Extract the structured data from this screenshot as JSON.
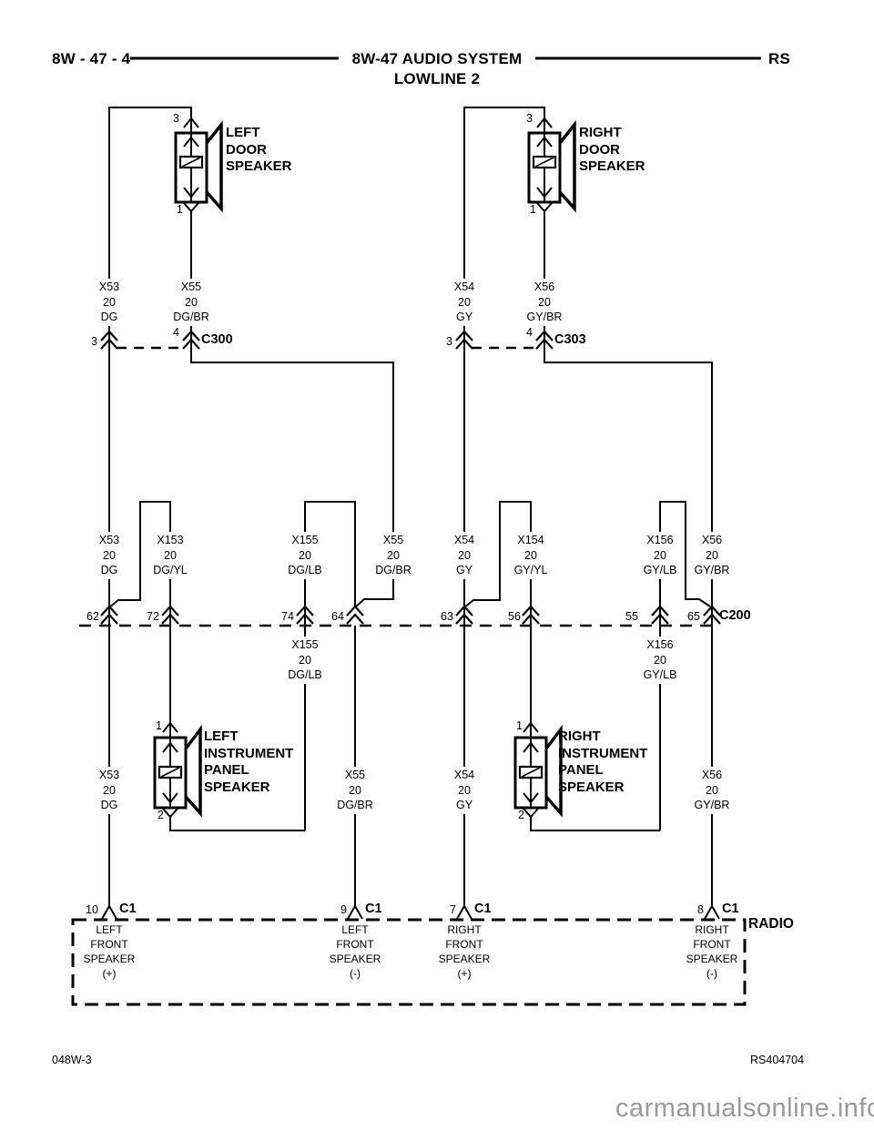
{
  "header": {
    "page_ref": "8W - 47 - 4",
    "title": "8W-47 AUDIO SYSTEM",
    "subtitle": "LOWLINE 2",
    "region": "RS"
  },
  "speakers": {
    "left_door": {
      "name": "LEFT\nDOOR\nSPEAKER",
      "pin_top": "3",
      "pin_bottom": "1"
    },
    "right_door": {
      "name": "RIGHT\nDOOR\nSPEAKER",
      "pin_top": "3",
      "pin_bottom": "1"
    },
    "left_ip": {
      "name": "LEFT\nINSTRUMENT\nPANEL\nSPEAKER",
      "pin_top": "1",
      "pin_bottom": "2"
    },
    "right_ip": {
      "name": "RIGHT\nINSTRUMENT\nPANEL\nSPEAKER",
      "pin_top": "1",
      "pin_bottom": "2"
    }
  },
  "connectors": {
    "c300": {
      "name": "C300",
      "pin_left": "3",
      "pin_right": "4"
    },
    "c303": {
      "name": "C303",
      "pin_left": "3",
      "pin_right": "4"
    },
    "c200": {
      "name": "C200",
      "pins": [
        "62",
        "72",
        "74",
        "64",
        "63",
        "56",
        "55",
        "65"
      ]
    },
    "c1": {
      "name": "C1",
      "pins": [
        "10",
        "9",
        "7",
        "8"
      ]
    }
  },
  "radio": {
    "name": "RADIO",
    "channels": [
      "LEFT\nFRONT\nSPEAKER\n(+)",
      "LEFT\nFRONT\nSPEAKER\n(-)",
      "RIGHT\nFRONT\nSPEAKER\n(+)",
      "RIGHT\nFRONT\nSPEAKER\n(-)"
    ]
  },
  "wire_labels": [
    {
      "code": "X53",
      "gauge": "20",
      "color": "DG"
    },
    {
      "code": "X55",
      "gauge": "20",
      "color": "DG/BR"
    },
    {
      "code": "X54",
      "gauge": "20",
      "color": "GY"
    },
    {
      "code": "X56",
      "gauge": "20",
      "color": "GY/BR"
    },
    {
      "code": "X53",
      "gauge": "20",
      "color": "DG"
    },
    {
      "code": "X153",
      "gauge": "20",
      "color": "DG/YL"
    },
    {
      "code": "X155",
      "gauge": "20",
      "color": "DG/LB"
    },
    {
      "code": "X55",
      "gauge": "20",
      "color": "DG/BR"
    },
    {
      "code": "X54",
      "gauge": "20",
      "color": "GY"
    },
    {
      "code": "X154",
      "gauge": "20",
      "color": "GY/YL"
    },
    {
      "code": "X156",
      "gauge": "20",
      "color": "GY/LB"
    },
    {
      "code": "X56",
      "gauge": "20",
      "color": "GY/BR"
    },
    {
      "code": "X155",
      "gauge": "20",
      "color": "DG/LB"
    },
    {
      "code": "X156",
      "gauge": "20",
      "color": "GY/LB"
    },
    {
      "code": "X53",
      "gauge": "20",
      "color": "DG"
    },
    {
      "code": "X55",
      "gauge": "20",
      "color": "DG/BR"
    },
    {
      "code": "X54",
      "gauge": "20",
      "color": "GY"
    },
    {
      "code": "X56",
      "gauge": "20",
      "color": "GY/BR"
    }
  ],
  "footer": {
    "left_code": "048W-3",
    "right_code": "RS404704",
    "watermark": "carmanualsonline.info"
  }
}
